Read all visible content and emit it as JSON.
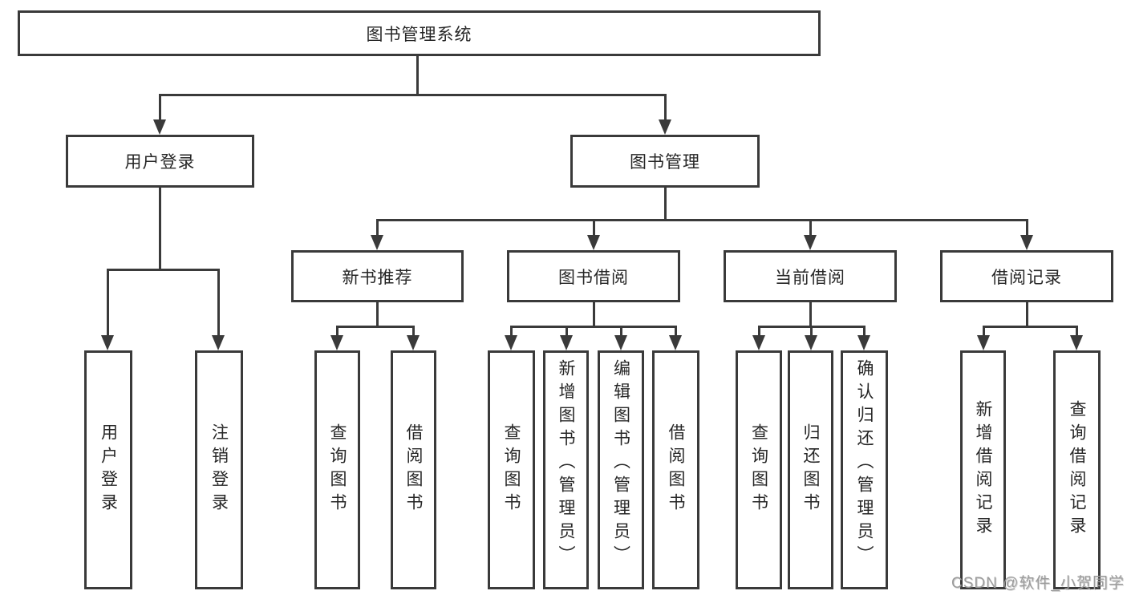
{
  "tree": {
    "label": "图书管理系统",
    "children": [
      {
        "label": "用户登录",
        "children": [
          {
            "label": "用户登录"
          },
          {
            "label": "注销登录"
          }
        ]
      },
      {
        "label": "图书管理",
        "children": [
          {
            "label": "新书推荐",
            "children": [
              {
                "label": "查询图书"
              },
              {
                "label": "借阅图书"
              }
            ]
          },
          {
            "label": "图书借阅",
            "children": [
              {
                "label": "查询图书"
              },
              {
                "label": "新增图书（管理员）"
              },
              {
                "label": "编辑图书（管理员）"
              },
              {
                "label": "借阅图书"
              }
            ]
          },
          {
            "label": "当前借阅",
            "children": [
              {
                "label": "查询图书"
              },
              {
                "label": "归还图书"
              },
              {
                "label": "确认归还（管理员）"
              }
            ]
          },
          {
            "label": "借阅记录",
            "children": [
              {
                "label": "新增借阅记录"
              },
              {
                "label": "查询借阅记录"
              }
            ]
          }
        ]
      }
    ]
  },
  "colors": {
    "line": "#3a3a3a",
    "text": "#262626",
    "watermark": "#9c9c9c"
  },
  "watermark": {
    "text": "CSDN @软件_小贺同学"
  }
}
